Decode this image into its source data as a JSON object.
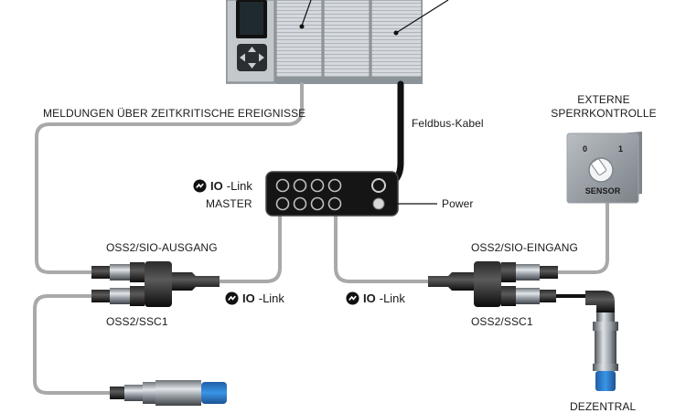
{
  "labels": {
    "meldungen": "MELDUNGEN ÜBER ZEITKRITISCHE EREIGNISSE",
    "feldbus": "Feldbus-Kabel",
    "master_line2": "MASTER",
    "power": "Power",
    "externe": "EXTERNE",
    "sperrkontrolle": "SPERRKONTROLLE",
    "switch_0": "0",
    "switch_1": "1",
    "sensor": "SENSOR",
    "oss2_sio_ausgang": "OSS2/SIO-AUSGANG",
    "oss2_ssc1_left": "OSS2/SSC1",
    "oss2_sio_eingang": "OSS2/SIO-EINGANG",
    "oss2_ssc1_right": "OSS2/SSC1",
    "dezentral": "DEZENTRAL"
  },
  "iolink": {
    "io": "IO",
    "link": "-Link"
  },
  "colors": {
    "cable_grey": "#a9a9a9",
    "cable_black": "#111111",
    "sensor_blue": "#2a7fd1",
    "plc_panel": "#c9ced3",
    "master_body": "#151515"
  }
}
